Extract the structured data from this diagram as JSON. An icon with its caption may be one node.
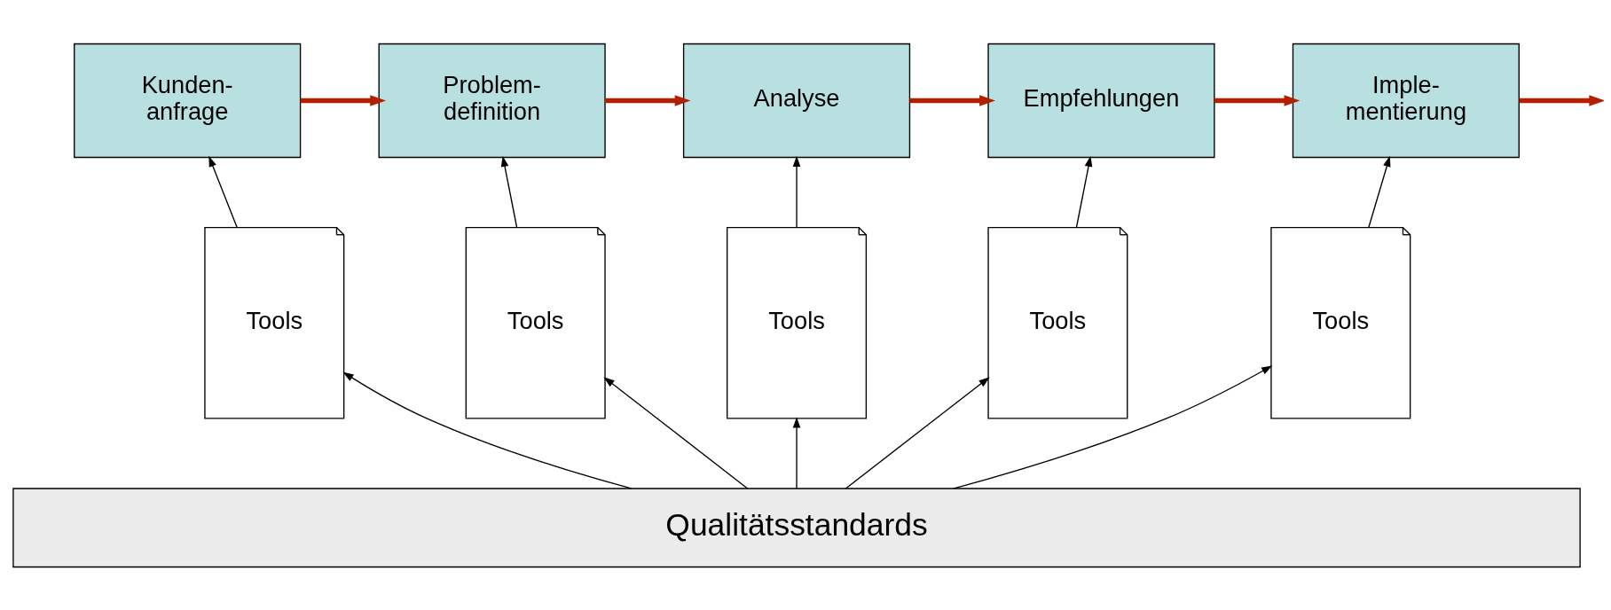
{
  "diagram": {
    "nodes": [
      {
        "text": [
          "Kunden- anfrage"
        ]
      },
      {
        "text": [
          "Problem- definition"
        ]
      },
      {
        "text": [
          "Analyse"
        ]
      },
      {
        "text": [
          "Empfehlungen"
        ]
      },
      {
        "text": [
          "Imple- mentierung"
        ]
      },
      {
        "text": [
          "Tools"
        ]
      },
      {
        "text": [
          "Tools"
        ]
      },
      {
        "text": [
          "Tools"
        ]
      },
      {
        "text": [
          "Tools"
        ]
      },
      {
        "text": [
          "Tools"
        ]
      },
      {
        "text": [
          "Qualitätsstandards"
        ]
      }
    ],
    "edges": [
      {
        "from": 0,
        "to": 1,
        "arrow": "to",
        "style": "thick",
        "color": "#b22000"
      },
      {
        "from": 1,
        "to": 2,
        "arrow": "to",
        "style": "thick",
        "color": "#b22000"
      },
      {
        "from": 2,
        "to": 3,
        "arrow": "to",
        "style": "thick",
        "color": "#b22000"
      },
      {
        "from": 3,
        "to": 4,
        "arrow": "to",
        "style": "thick",
        "color": "#b22000"
      },
      {
        "from": 4,
        "to": null,
        "arrow": "to",
        "style": "thick",
        "color": "#b22000"
      },
      {
        "from": 5,
        "to": 0,
        "arrow": "to"
      },
      {
        "from": 6,
        "to": 1,
        "arrow": "to"
      },
      {
        "from": 7,
        "to": 2,
        "arrow": "to"
      },
      {
        "from": 8,
        "to": 3,
        "arrow": "to"
      },
      {
        "from": 9,
        "to": 4,
        "arrow": "to"
      },
      {
        "from": 10,
        "to": 5,
        "arrow": "to"
      },
      {
        "from": 10,
        "to": 6,
        "arrow": "to"
      },
      {
        "from": 10,
        "to": 7,
        "arrow": "to"
      },
      {
        "from": 10,
        "to": 8,
        "arrow": "to"
      },
      {
        "from": 10,
        "to": 9,
        "arrow": "to"
      }
    ]
  }
}
